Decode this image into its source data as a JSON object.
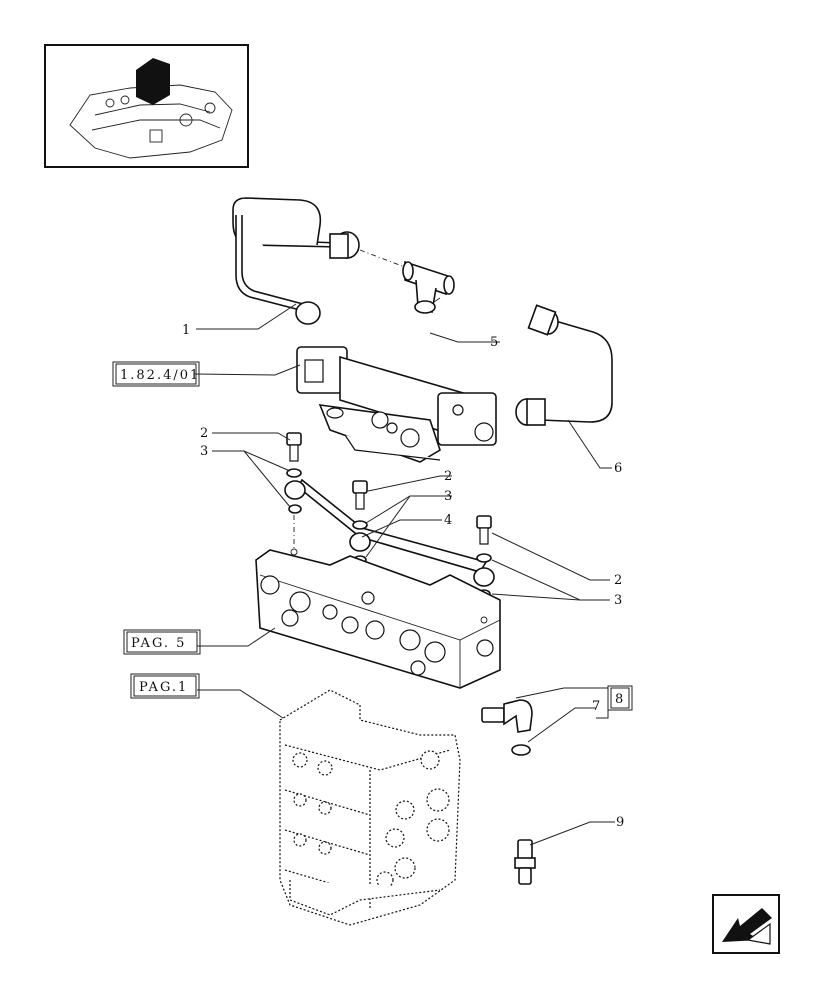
{
  "references": {
    "ref_1_82_4_01": "1.82.4/01",
    "ref_pag_5": "PAG. 5",
    "ref_pag_1": "PAG.1"
  },
  "callouts": {
    "c1": "1",
    "c2a": "2",
    "c3a": "3",
    "c2b": "2",
    "c3b": "3",
    "c4": "4",
    "c5": "5",
    "c6": "6",
    "c2c": "2",
    "c3c": "3",
    "c7": "7",
    "c8": "8",
    "c9": "9"
  },
  "icons": {
    "thumbnail": "assembly-location-thumbnail",
    "nav": "back-arrow-icon"
  }
}
